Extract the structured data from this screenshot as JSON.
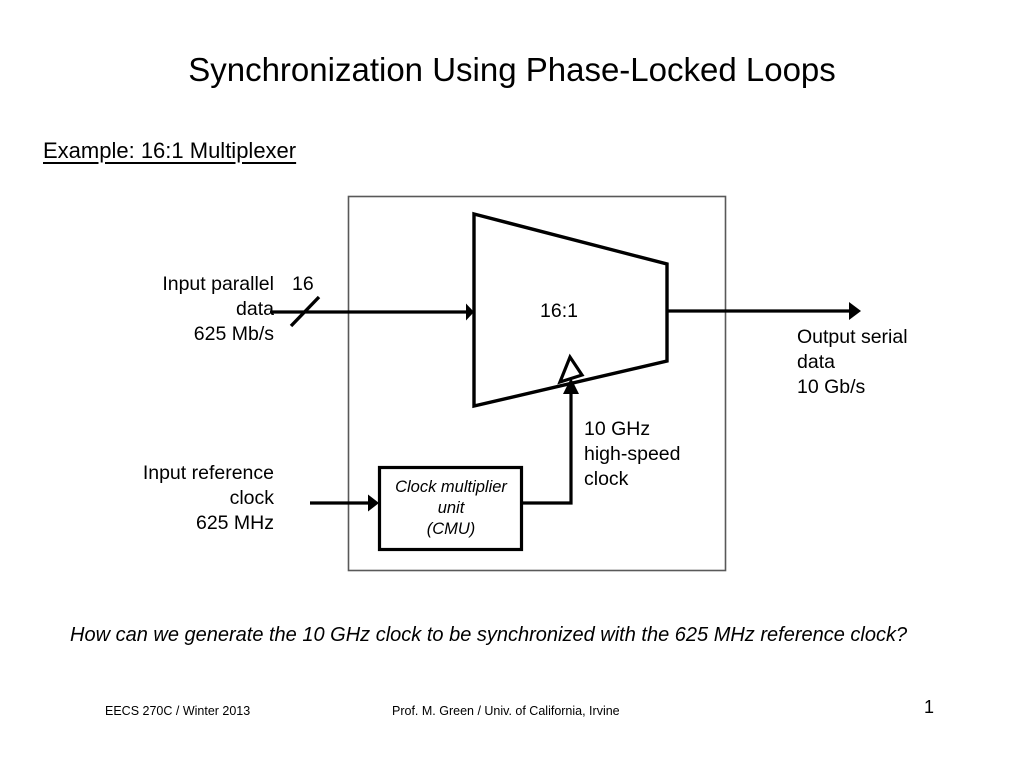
{
  "slide": {
    "title": "Synchronization Using Phase-Locked Loops",
    "subtitle": "Example:  16:1 Multiplexer",
    "question": "How can we generate the 10 GHz clock to be synchronized with the 625 MHz reference clock?"
  },
  "diagram": {
    "input_parallel": "Input parallel\ndata\n625 Mb/s",
    "bus_width": "16",
    "mux_ratio": "16:1",
    "output_serial": "Output serial\ndata\n10 Gb/s",
    "high_speed_clock": "10 GHz\nhigh-speed\nclock",
    "input_reference": "Input reference\nclock\n625 MHz",
    "cmu": {
      "line1": "Clock multiplier",
      "line2": "unit",
      "line3": "(CMU)"
    }
  },
  "footer": {
    "course": "EECS 270C / Winter 2013",
    "author": "Prof. M. Green / Univ. of California, Irvine",
    "page": "1"
  },
  "colors": {
    "ink": "#000000",
    "paper": "#ffffff",
    "frame": "#595959"
  }
}
